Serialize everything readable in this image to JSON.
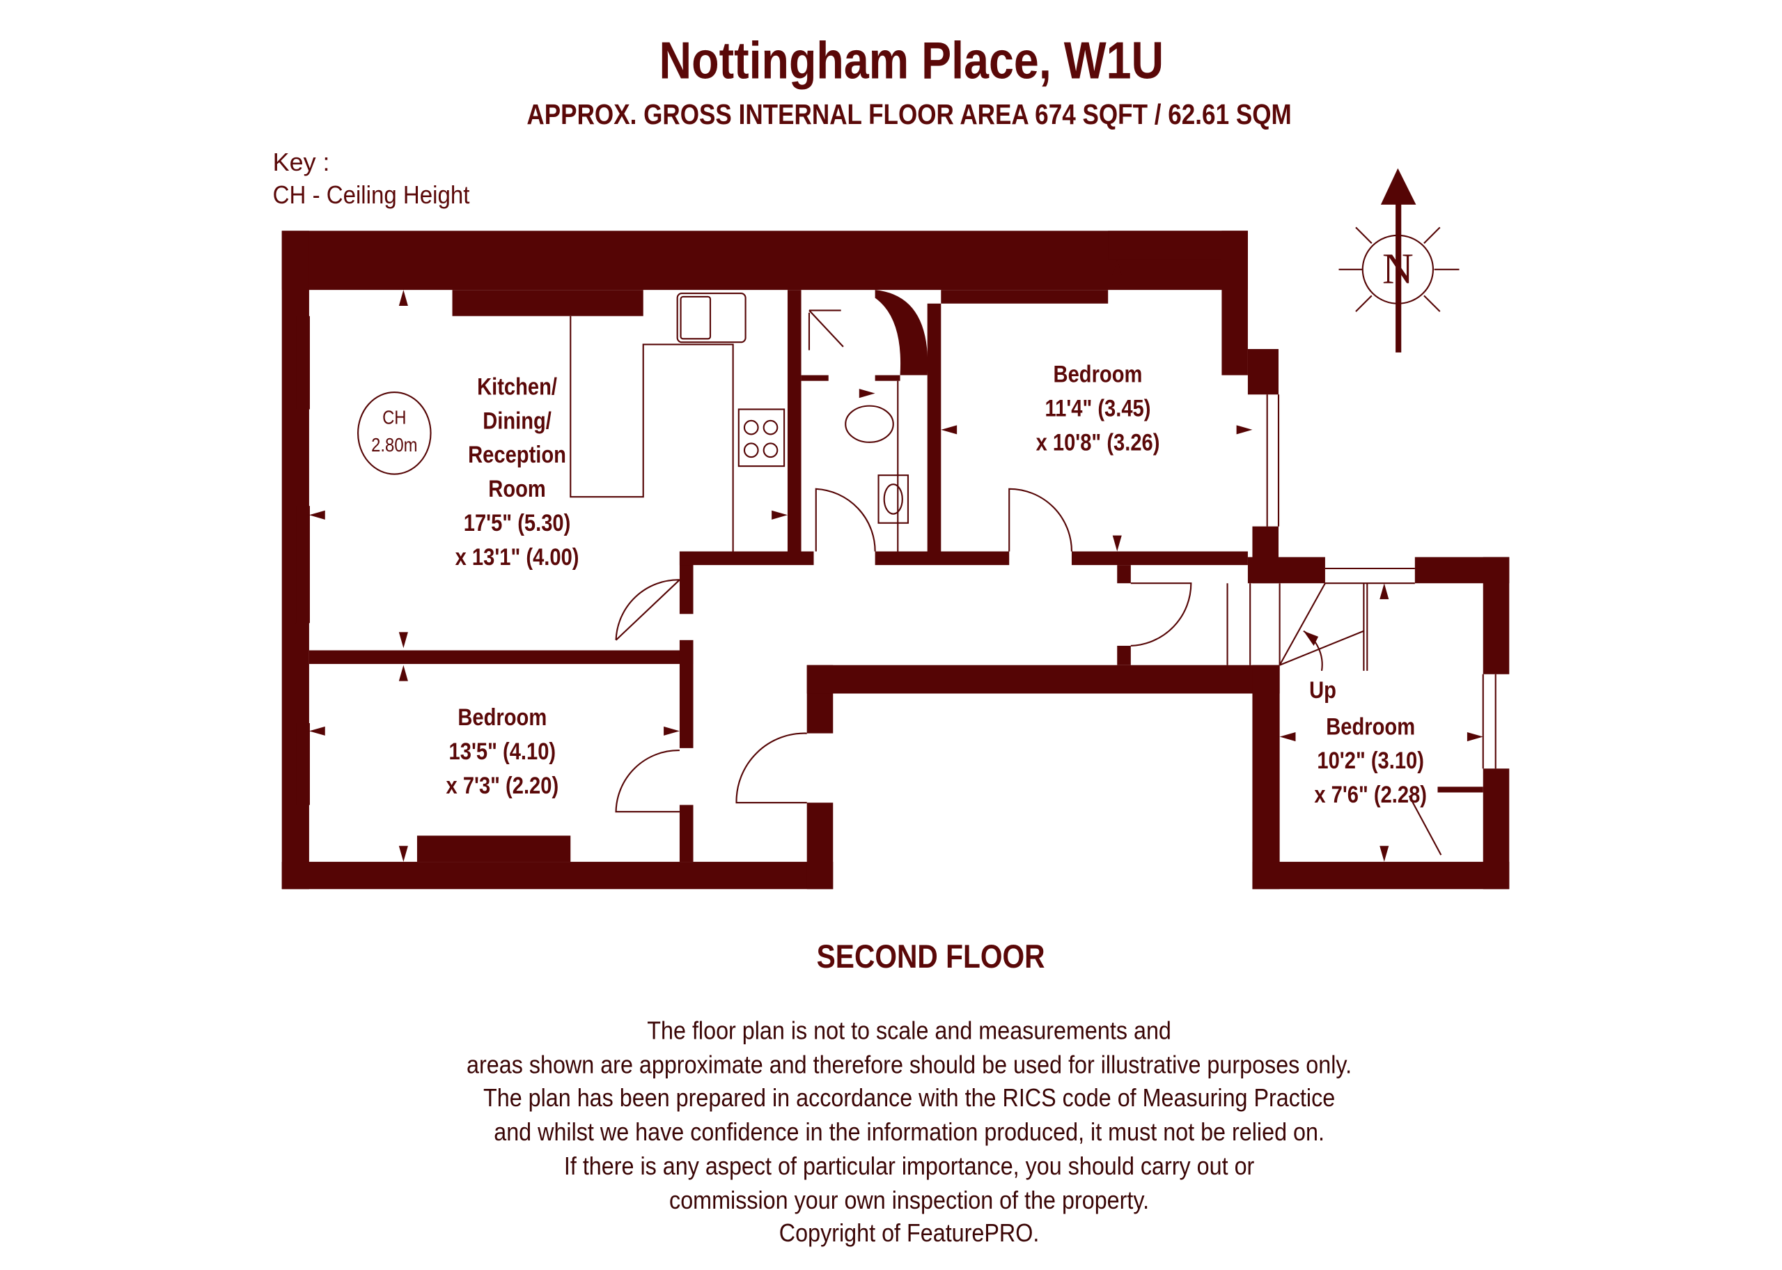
{
  "header": {
    "title": "Nottingham Place, W1U",
    "subtitle": "APPROX. GROSS INTERNAL FLOOR AREA 674 SQFT / 62.61 SQM"
  },
  "key": {
    "heading": "Key :",
    "item": "CH - Ceiling Height"
  },
  "compass": {
    "label": "N"
  },
  "ceiling_height": {
    "abbr": "CH",
    "value": "2.80m"
  },
  "rooms": [
    {
      "name_lines": [
        "Kitchen/",
        "Dining/",
        "Reception",
        "Room"
      ],
      "dim1": "17'5\" (5.30)",
      "dim2": "x 13'1\" (4.00)"
    },
    {
      "name_lines": [
        "Bedroom"
      ],
      "dim1": "13'5\" (4.10)",
      "dim2": "x 7'3\" (2.20)"
    },
    {
      "name_lines": [
        "Bedroom"
      ],
      "dim1": "11'4\" (3.45)",
      "dim2": "x 10'8\" (3.26)"
    },
    {
      "name_lines": [
        "Bedroom"
      ],
      "dim1": "10'2\" (3.10)",
      "dim2": "x 7'6\" (2.28)"
    }
  ],
  "stairs_label": "Up",
  "floor_label": "SECOND FLOOR",
  "disclaimer": [
    "The floor plan is not to scale and measurements and",
    "areas shown are approximate and therefore should be used for illustrative purposes only.",
    "The plan has been prepared in accordance with the RICS code of Measuring Practice",
    "and whilst we have confidence in the information produced, it must not be relied on.",
    "If there is any aspect of particular importance, you should carry out or",
    "commission your own inspection of the property.",
    "Copyright of FeaturePRO."
  ],
  "colors": {
    "wall": "#550505",
    "text": "#5a0808"
  }
}
